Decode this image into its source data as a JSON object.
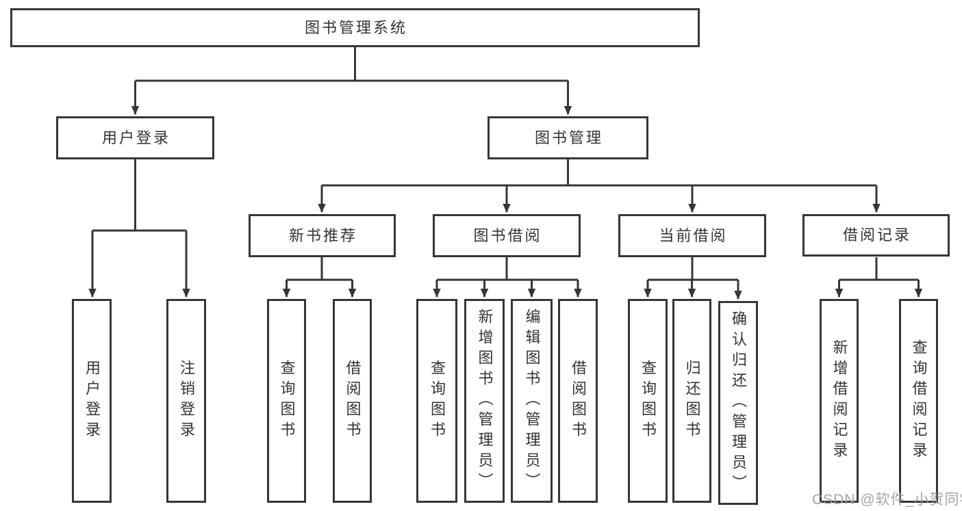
{
  "tree": {
    "label": "图书管理系统",
    "children": [
      {
        "label": "用户登录",
        "children": [
          {
            "label": "用户登录"
          },
          {
            "label": "注销登录"
          }
        ]
      },
      {
        "label": "图书管理",
        "children": [
          {
            "label": "新书推荐",
            "children": [
              {
                "label": "查询图书"
              },
              {
                "label": "借阅图书"
              }
            ]
          },
          {
            "label": "图书借阅",
            "children": [
              {
                "label": "查询图书"
              },
              {
                "label": "新增图书（管理员）"
              },
              {
                "label": "编辑图书（管理员）"
              },
              {
                "label": "借阅图书"
              }
            ]
          },
          {
            "label": "当前借阅",
            "children": [
              {
                "label": "查询图书"
              },
              {
                "label": "归还图书"
              },
              {
                "label": "确认归还（管理员）"
              }
            ]
          },
          {
            "label": "借阅记录",
            "children": [
              {
                "label": "新增借阅记录"
              },
              {
                "label": "查询借阅记录"
              }
            ]
          }
        ]
      }
    ]
  },
  "watermark": "CSDN @软件_小贺同学",
  "colors": {
    "line": "#363636",
    "text": "#333333",
    "node_bg": "#ffffff",
    "background": "#ffffff",
    "watermark": "#9b9b9b"
  }
}
